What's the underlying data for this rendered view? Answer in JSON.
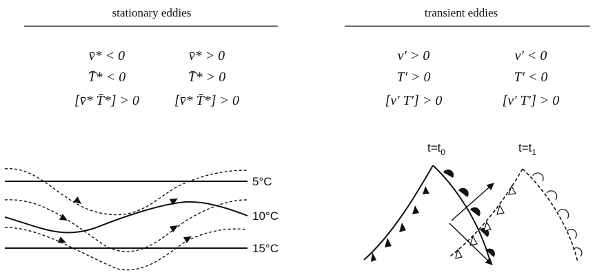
{
  "left_panel": {
    "title": "stationary eddies",
    "conditions": {
      "negative_col": {
        "v_line": "v̄* < 0",
        "T_line": "T̄* < 0",
        "flux_line": "[v̄* T̄*] > 0"
      },
      "positive_col": {
        "v_line": "v̄* > 0",
        "T_line": "T̄* > 0",
        "flux_line": "[v̄* T̄*] > 0"
      }
    },
    "isotherms": [
      "5°C",
      "10°C",
      "15°C"
    ]
  },
  "right_panel": {
    "title": "transient eddies",
    "conditions": {
      "positive_col": {
        "v_line": "v′ > 0",
        "T_line": "T′ > 0",
        "flux_line": "[v′ T′] > 0"
      },
      "negative_col": {
        "v_line": "v′ < 0",
        "T_line": "T′ < 0",
        "flux_line": "[v′ T′] > 0"
      }
    },
    "times": {
      "t0": "t=t",
      "t0_sub": "0",
      "t1": "t=t",
      "t1_sub": "1"
    }
  }
}
